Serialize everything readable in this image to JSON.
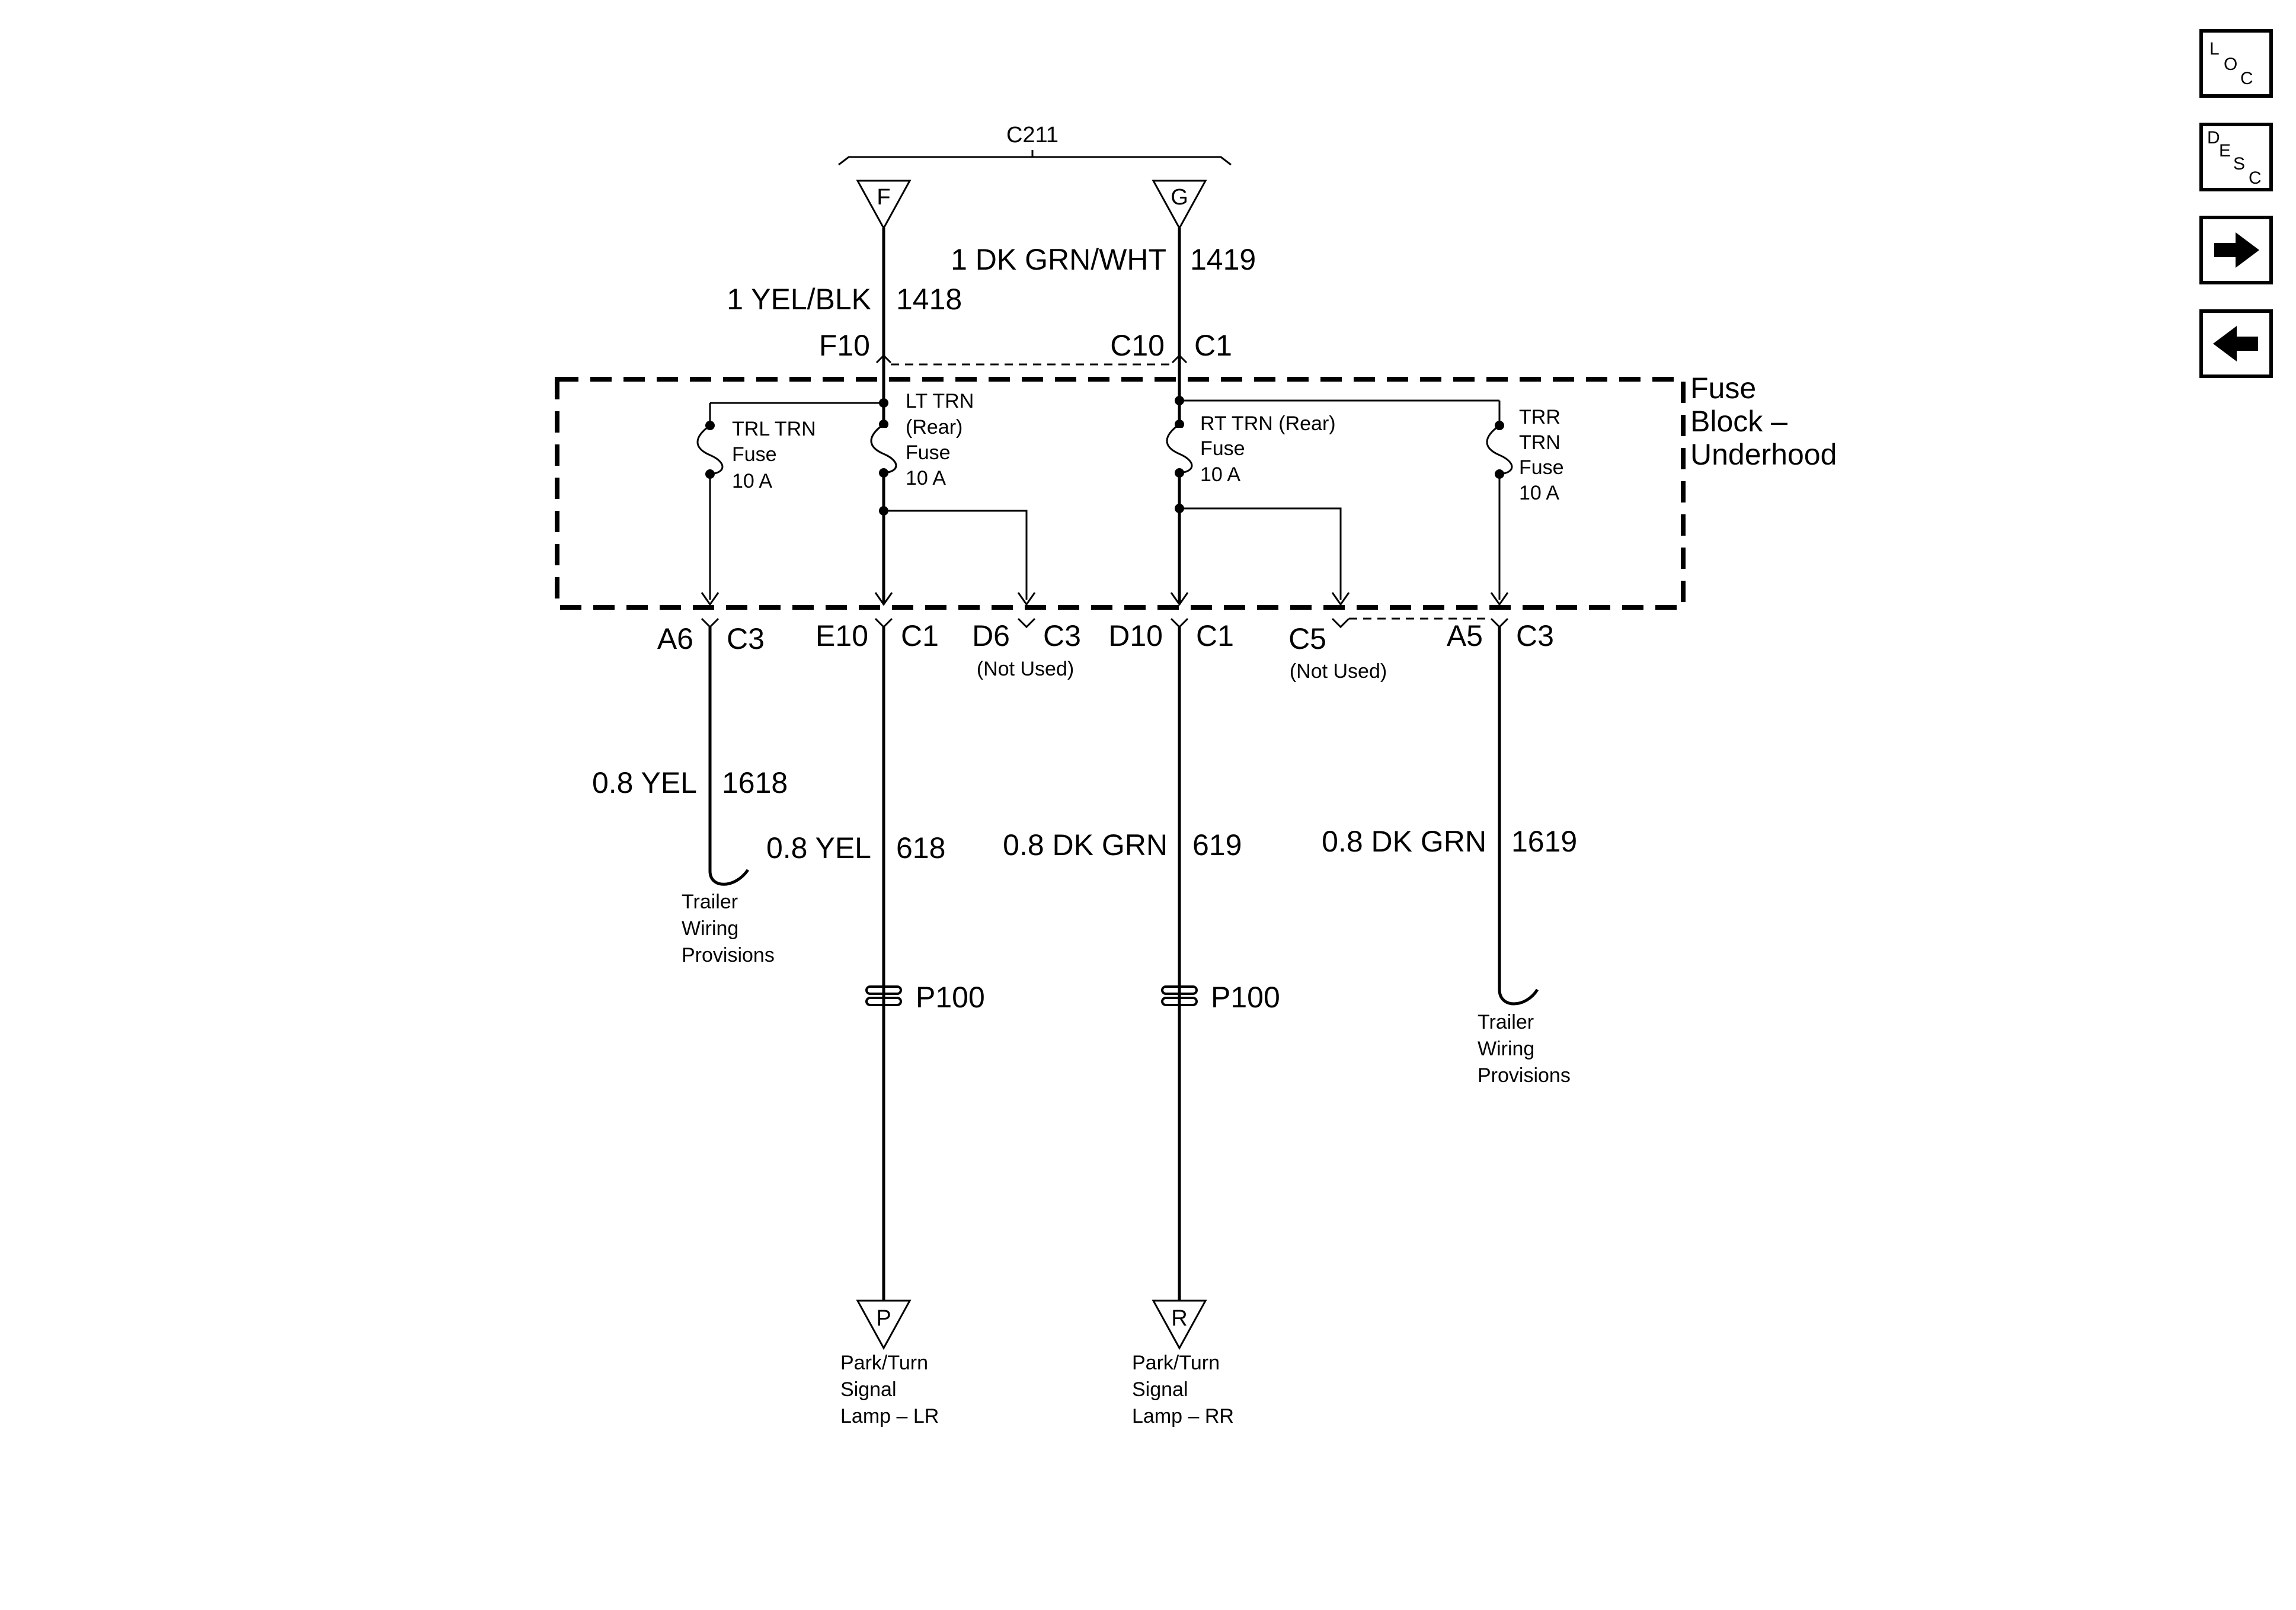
{
  "connector_top": {
    "name": "C211",
    "pin_f": "F",
    "pin_g": "G"
  },
  "wires_top": {
    "left_label": "1 YEL/BLK",
    "left_circuit": "1418",
    "right_label": "1 DK GRN/WHT",
    "right_circuit": "1419"
  },
  "fuse_block_pins_in": {
    "f10": "F10",
    "c10": "C10",
    "c1": "C1"
  },
  "fuse_block": {
    "line1": "Fuse",
    "line2": "Block –",
    "line3": "Underhood"
  },
  "fuses": {
    "trl": {
      "l1": "TRL TRN",
      "l2": "Fuse",
      "l3": "10 A"
    },
    "lt": {
      "l1": "LT TRN",
      "l2": "(Rear)",
      "l3": "Fuse",
      "l4": "10 A"
    },
    "rt": {
      "l1": "RT TRN (Rear)",
      "l2": "Fuse",
      "l3": "10 A"
    },
    "trr": {
      "l1": "TRR",
      "l2": "TRN",
      "l3": "Fuse",
      "l4": "10 A"
    }
  },
  "out_pins": {
    "a6": "A6",
    "c3_a": "C3",
    "e10": "E10",
    "c1_a": "C1",
    "d6": "D6",
    "c3_b": "C3",
    "not_used_1": "(Not Used)",
    "d10": "D10",
    "c1_b": "C1",
    "c5": "C5",
    "not_used_2": "(Not Used)",
    "a5": "A5",
    "c3_c": "C3"
  },
  "wires_bottom": {
    "w1618_label": "0.8 YEL",
    "w1618_circuit": "1618",
    "w618_label": "0.8 YEL",
    "w618_circuit": "618",
    "w619_label": "0.8 DK GRN",
    "w619_circuit": "619",
    "w1619_label": "0.8 DK GRN",
    "w1619_circuit": "1619"
  },
  "trailer_left": {
    "l1": "Trailer",
    "l2": "Wiring",
    "l3": "Provisions"
  },
  "trailer_right": {
    "l1": "Trailer",
    "l2": "Wiring",
    "l3": "Provisions"
  },
  "splice": {
    "left": "P100",
    "right": "P100"
  },
  "bottom_connectors": {
    "p": "P",
    "r": "R"
  },
  "lamp_lr": {
    "l1": "Park/Turn",
    "l2": "Signal",
    "l3": "Lamp – LR"
  },
  "lamp_rr": {
    "l1": "Park/Turn",
    "l2": "Signal",
    "l3": "Lamp – RR"
  },
  "nav": {
    "loc": {
      "a": "L",
      "b": "O",
      "c": "C"
    },
    "desc": {
      "a": "D",
      "b": "E",
      "c": "S",
      "d": "C"
    },
    "forward_icon": "arrow-right-icon",
    "back_icon": "arrow-left-icon"
  }
}
